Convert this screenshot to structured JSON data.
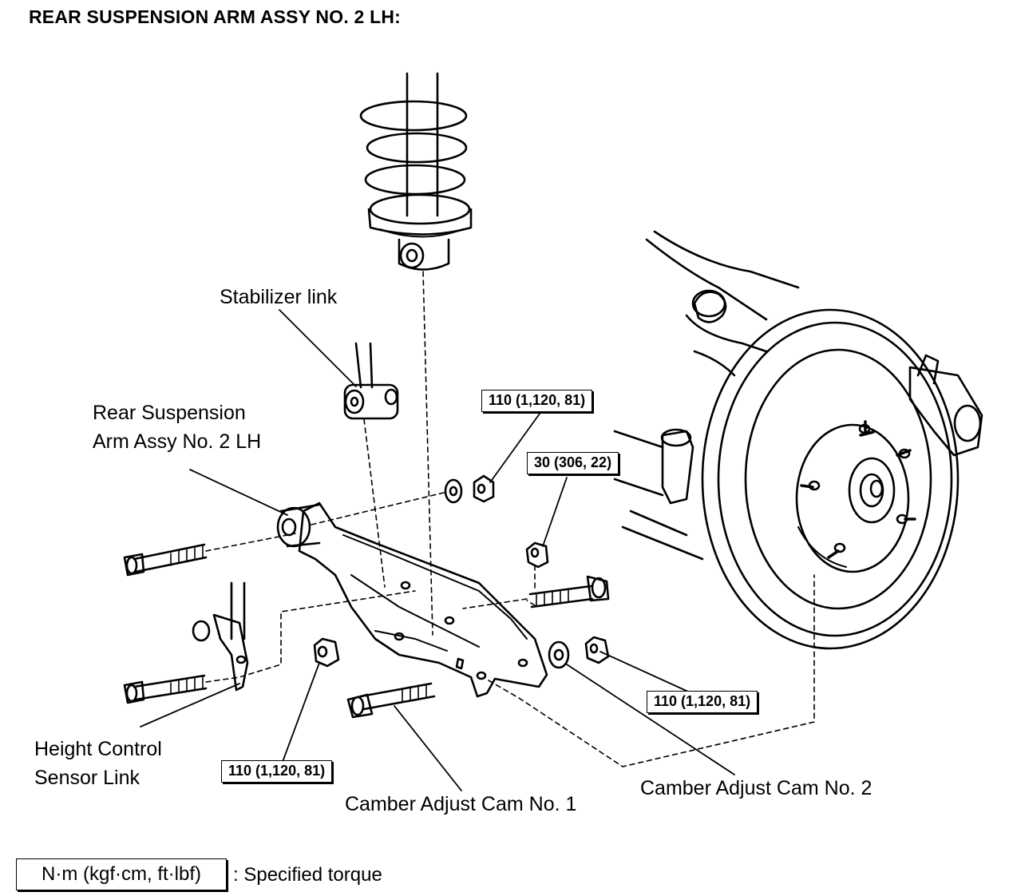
{
  "title": "REAR SUSPENSION ARM ASSY NO. 2 LH:",
  "labels": {
    "stabilizer_link": "Stabilizer link",
    "arm_line1": "Rear Suspension",
    "arm_line2": "Arm Assy No. 2 LH",
    "hcsl_line1": "Height Control",
    "hcsl_line2": "Sensor Link",
    "cam1": "Camber Adjust Cam No. 1",
    "cam2": "Camber Adjust Cam No. 2"
  },
  "torques": {
    "upper_nut": "110 (1,120, 81)",
    "mid_nut": "30 (306, 22)",
    "right_nut": "110 (1,120, 81)",
    "left_nut": "110 (1,120, 81)"
  },
  "legend": {
    "unit": "N·m (kgf·cm, ft·lbf)",
    "description": ": Specified torque"
  }
}
